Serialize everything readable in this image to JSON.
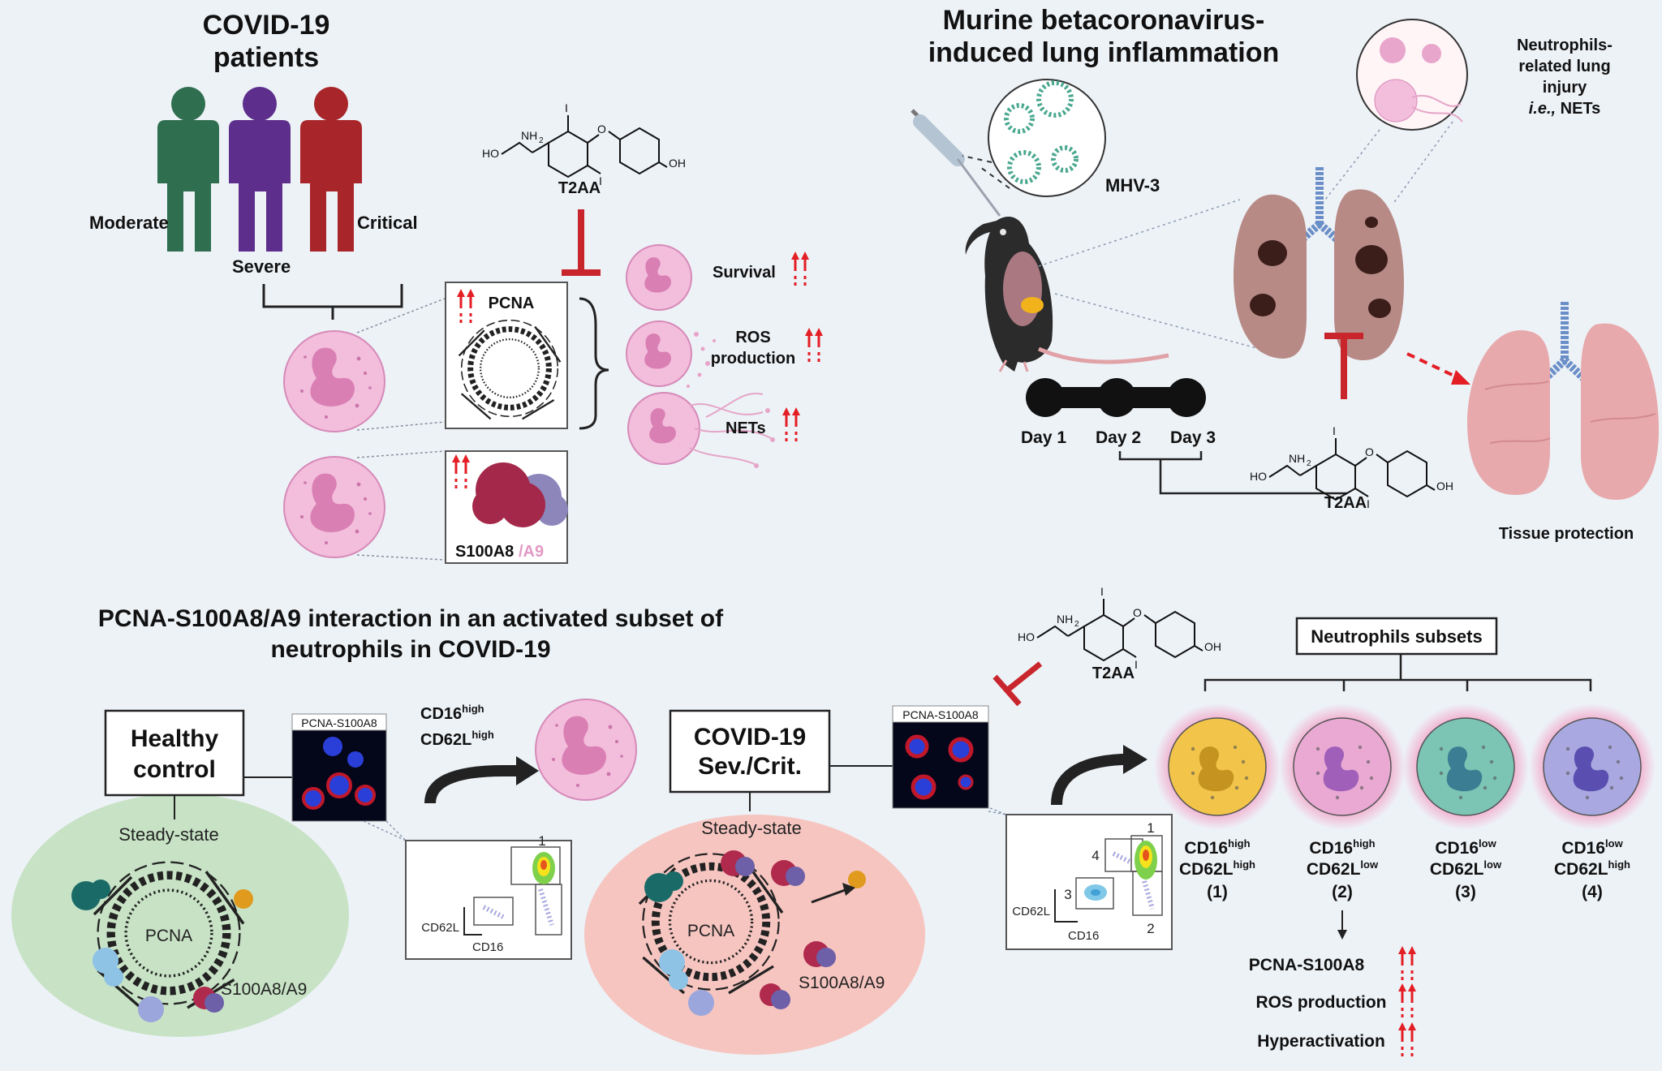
{
  "patients": {
    "title_line1": "COVID-19",
    "title_line2": "patients",
    "moderate": "Moderate",
    "severe": "Severe",
    "critical": "Critical"
  },
  "t2aa_label": "T2AA",
  "chem": {
    "ho": "HO",
    "nh2": "NH",
    "nh2_sub": "2",
    "oh": "OH",
    "i": "I",
    "o": "O"
  },
  "pcna_box": {
    "label": "PCNA"
  },
  "s100_box": {
    "label_a": "S100A8",
    "label_b": "/A9"
  },
  "outcomes": {
    "survival": "Survival",
    "ros_line1": "ROS",
    "ros_line2": "production",
    "nets": "NETs"
  },
  "murine": {
    "title_line1": "Murine betacoronavirus-",
    "title_line2": "induced lung inflammation",
    "virus": "MHV-3",
    "day1": "Day 1",
    "day2": "Day 2",
    "day3": "Day 3",
    "neutro_line1": "Neutrophils-",
    "neutro_line2": "related lung",
    "neutro_line3": "injury",
    "neutro_line4_ie": "i.e.,",
    "neutro_line4_nets": " NETs",
    "tissue": "Tissue protection"
  },
  "interaction": {
    "title_line1": "PCNA-S100A8/A9 interaction in an activated subset of",
    "title_line2": "neutrophils in COVID-19"
  },
  "healthy": {
    "line1": "Healthy",
    "line2": "control",
    "steady": "Steady-state",
    "pcna": "PCNA",
    "s100": "S100A8/A9",
    "micro": "PCNA-S100A8",
    "cd16": "CD16",
    "cd16_sup": "high",
    "cd62l": "CD62L",
    "cd62l_sup": "high",
    "axis_y": "CD62L",
    "axis_x": "CD16",
    "gate1": "1"
  },
  "covid": {
    "line1": "COVID-19",
    "line2": "Sev./Crit.",
    "steady": "Steady-state",
    "pcna": "PCNA",
    "s100": "S100A8/A9",
    "micro": "PCNA-S100A8",
    "axis_y": "CD62L",
    "axis_x": "CD16",
    "gate1": "1",
    "gate2": "2",
    "gate3": "3",
    "gate4": "4"
  },
  "subsets": {
    "title": "Neutrophils subsets",
    "items": [
      {
        "cd16": "CD16",
        "cd16_sup": "high",
        "cd62l": "CD62L",
        "cd62l_sup": "high",
        "num": "(1)",
        "color": "#f2c44a"
      },
      {
        "cd16": "CD16",
        "cd16_sup": "high",
        "cd62l": "CD62L",
        "cd62l_sup": "low",
        "num": "(2)",
        "color": "#e9a9d3"
      },
      {
        "cd16": "CD16",
        "cd16_sup": "low",
        "cd62l": "CD62L",
        "cd62l_sup": "low",
        "num": "(3)",
        "color": "#7cc4b4"
      },
      {
        "cd16": "CD16",
        "cd16_sup": "low",
        "cd62l": "CD62L",
        "cd62l_sup": "high",
        "num": "(4)",
        "color": "#a9a8e0"
      }
    ],
    "effect1": "PCNA-S100A8",
    "effect2": "ROS production",
    "effect3": "Hyperactivation"
  },
  "colors": {
    "pink_cell": "#f3bddc",
    "nucleus": "#d97fb3",
    "red_arrow": "#e31e24",
    "inhibit": "#c8262c",
    "mouse": "#2b2b2b",
    "lung": "#b88a86",
    "lung_healthy": "#e7a9ac"
  }
}
